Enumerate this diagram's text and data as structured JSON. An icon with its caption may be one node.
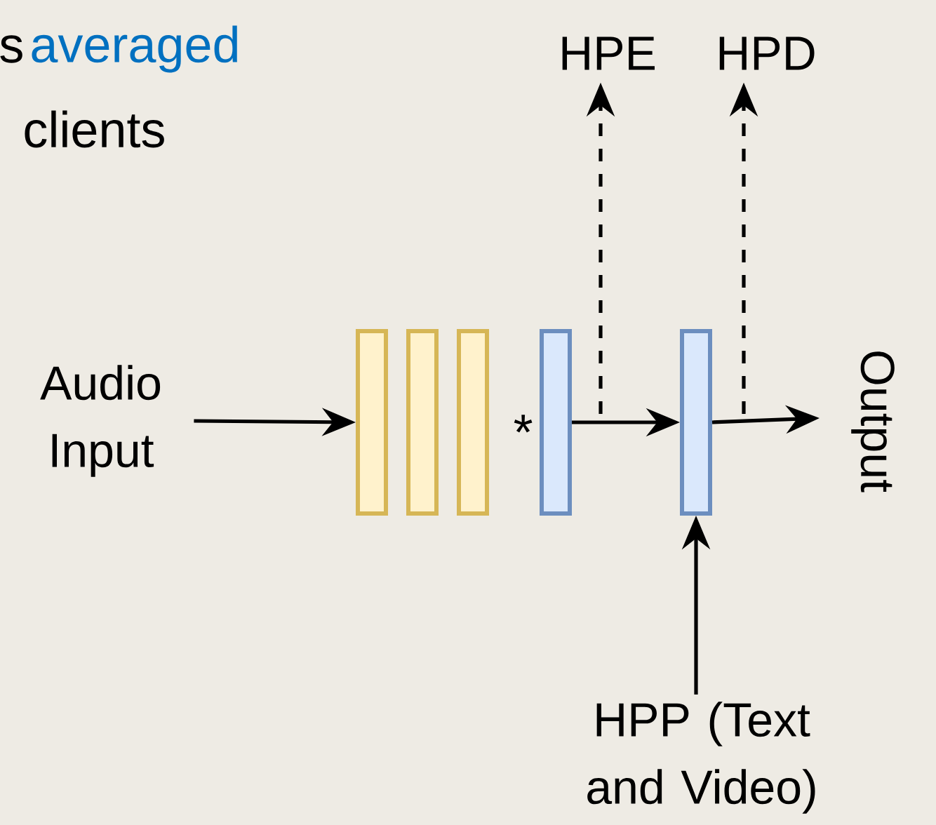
{
  "diagram": {
    "nodes": [
      {
        "text": [
          "Audio Input"
        ]
      },
      {
        "text": [],
        "shape": "bar"
      },
      {
        "text": [],
        "shape": "bar"
      },
      {
        "text": [],
        "shape": "bar"
      },
      {
        "text": [],
        "shape": "bar",
        "beside": [
          "*"
        ]
      },
      {
        "text": [],
        "shape": "bar"
      },
      {
        "text": [
          "Output"
        ]
      },
      {
        "text": [
          "HPE"
        ]
      },
      {
        "text": [
          "HPD"
        ]
      },
      {
        "text": [
          "HPP (Text and Video)"
        ]
      }
    ],
    "edges": [
      {
        "from": 0,
        "to": 1,
        "arrow": "to"
      },
      {
        "from": 4,
        "to": 5,
        "arrow": "to"
      },
      {
        "from": 5,
        "to": 6,
        "arrow": "to"
      },
      {
        "from": null,
        "to": 7,
        "arrow": "to",
        "style": "dashed"
      },
      {
        "from": null,
        "to": 8,
        "arrow": "to",
        "style": "dashed"
      },
      {
        "from": 9,
        "to": 5,
        "arrow": "to"
      }
    ],
    "labels": [
      "s",
      "averaged",
      "clients"
    ]
  }
}
